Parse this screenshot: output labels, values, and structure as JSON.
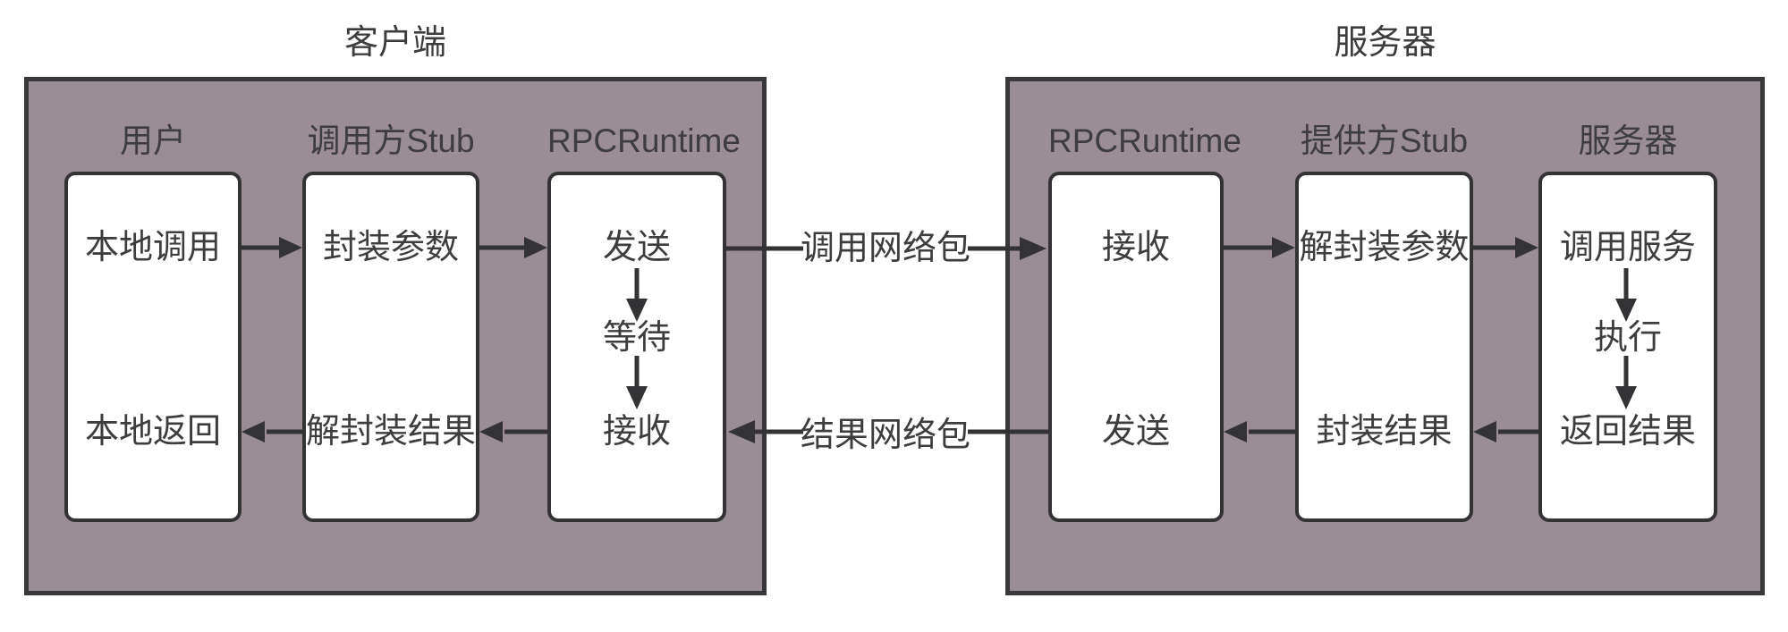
{
  "diagram": {
    "client": {
      "title": "客户端",
      "columns": [
        {
          "label": "用户",
          "steps": {
            "top": "本地调用",
            "bottom": "本地返回"
          }
        },
        {
          "label": "调用方Stub",
          "steps": {
            "top": "封装参数",
            "bottom": "解封装结果"
          }
        },
        {
          "label": "RPCRuntime",
          "steps": {
            "top": "发送",
            "middle": "等待",
            "bottom": "接收"
          }
        }
      ]
    },
    "server": {
      "title": "服务器",
      "columns": [
        {
          "label": "RPCRuntime",
          "steps": {
            "top": "接收",
            "bottom": "发送"
          }
        },
        {
          "label": "提供方Stub",
          "steps": {
            "top": "解封装参数",
            "bottom": "封装结果"
          }
        },
        {
          "label": "服务器",
          "steps": {
            "top": "调用服务",
            "middle": "执行",
            "bottom": "返回结果"
          }
        }
      ]
    },
    "connectors": {
      "request_label": "调用网络包",
      "response_label": "结果网络包"
    },
    "colors": {
      "panel_fill": "#9A8D94",
      "panel_border": "#38373A",
      "box_fill": "#FFFFFF",
      "box_border": "#333335",
      "arrow": "#333335",
      "text": "#3D3D3F"
    }
  }
}
